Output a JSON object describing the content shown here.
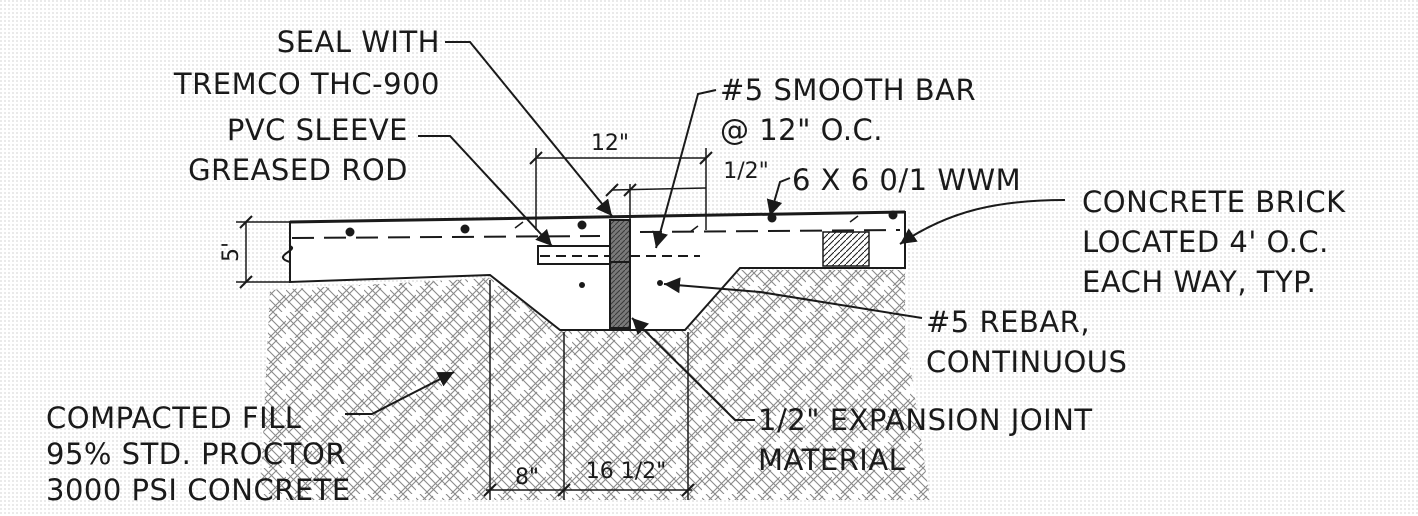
{
  "labels": {
    "seal_line1": "SEAL WITH",
    "seal_line2": "TREMCO THC-900",
    "pvc_line1": "PVC SLEEVE",
    "pvc_line2": "GREASED ROD",
    "smooth_bar_line1": "#5 SMOOTH BAR",
    "smooth_bar_line2": "@ 12\" O.C.",
    "wwm": "6 X 6 0/1 WWM",
    "brick_line1": "CONCRETE BRICK",
    "brick_line2": "LOCATED 4' O.C.",
    "brick_line3": "EACH WAY, TYP.",
    "rebar_line1": "#5 REBAR,",
    "rebar_line2": "CONTINUOUS",
    "fill_line1": "COMPACTED FILL",
    "fill_line2": "95% STD. PROCTOR",
    "fill_line3": "3000 PSI CONCRETE",
    "joint_line1": "1/2\" EXPANSION JOINT",
    "joint_line2": "MATERIAL"
  },
  "dimensions": {
    "top_12": "12\"",
    "half_inch": "1/2\"",
    "thickness_5": "5'",
    "bottom_8": "8\"",
    "bottom_16_half": "16 1/2\""
  },
  "colors": {
    "ink": "#1a1a1a",
    "background": "#ffffff",
    "joint_fill": "#6f6f6f"
  }
}
